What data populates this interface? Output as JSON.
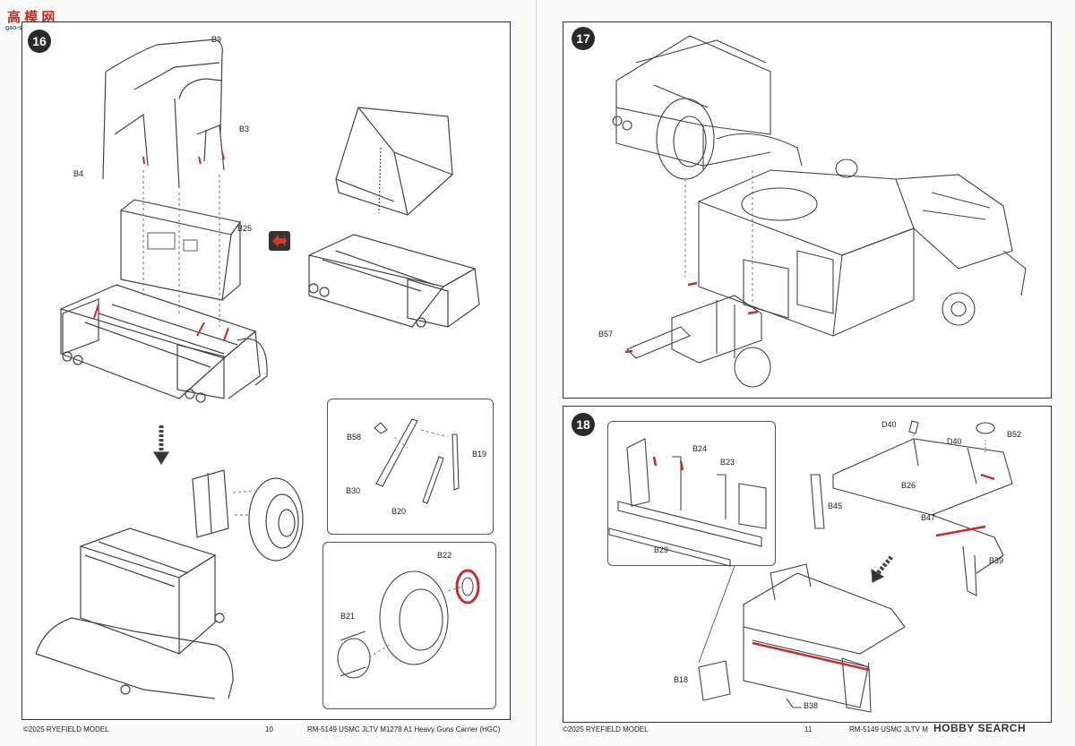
{
  "watermark": {
    "top": "高 模 网",
    "sub": "gao-shou.com",
    "corner": "HOBBY SEARCH"
  },
  "left_page": {
    "step": "16",
    "labels": {
      "b9": "B9",
      "b3": "B3",
      "b4": "B4",
      "b25": "B25",
      "b58": "B58",
      "b19": "B19",
      "b30": "B30",
      "b20": "B20",
      "b22": "B22",
      "b21": "B21"
    },
    "footer": {
      "copyright": "©2025 RYEFIELD MODEL",
      "page_num": "10",
      "product": "RM-5149 USMC JLTV M1278 A1 Heavy Guns Carrier (HGC)"
    }
  },
  "right_page": {
    "steps": [
      "17",
      "18"
    ],
    "labels": {
      "b57": "B57",
      "b24": "B24",
      "b23": "B23",
      "b29": "B29",
      "d40a": "D40",
      "d40b": "D40",
      "b52": "B52",
      "b26": "B26",
      "b45": "B45",
      "b47": "B47",
      "b39": "B39",
      "b18": "B18",
      "b38": "B38"
    },
    "footer": {
      "copyright": "©2025 RYEFIELD MODEL",
      "page_num": "11",
      "product": "RM-5149 USMC JLTV M"
    }
  },
  "colors": {
    "accent_red": "#c03030",
    "swap_icon_red": "#d23a2a"
  }
}
